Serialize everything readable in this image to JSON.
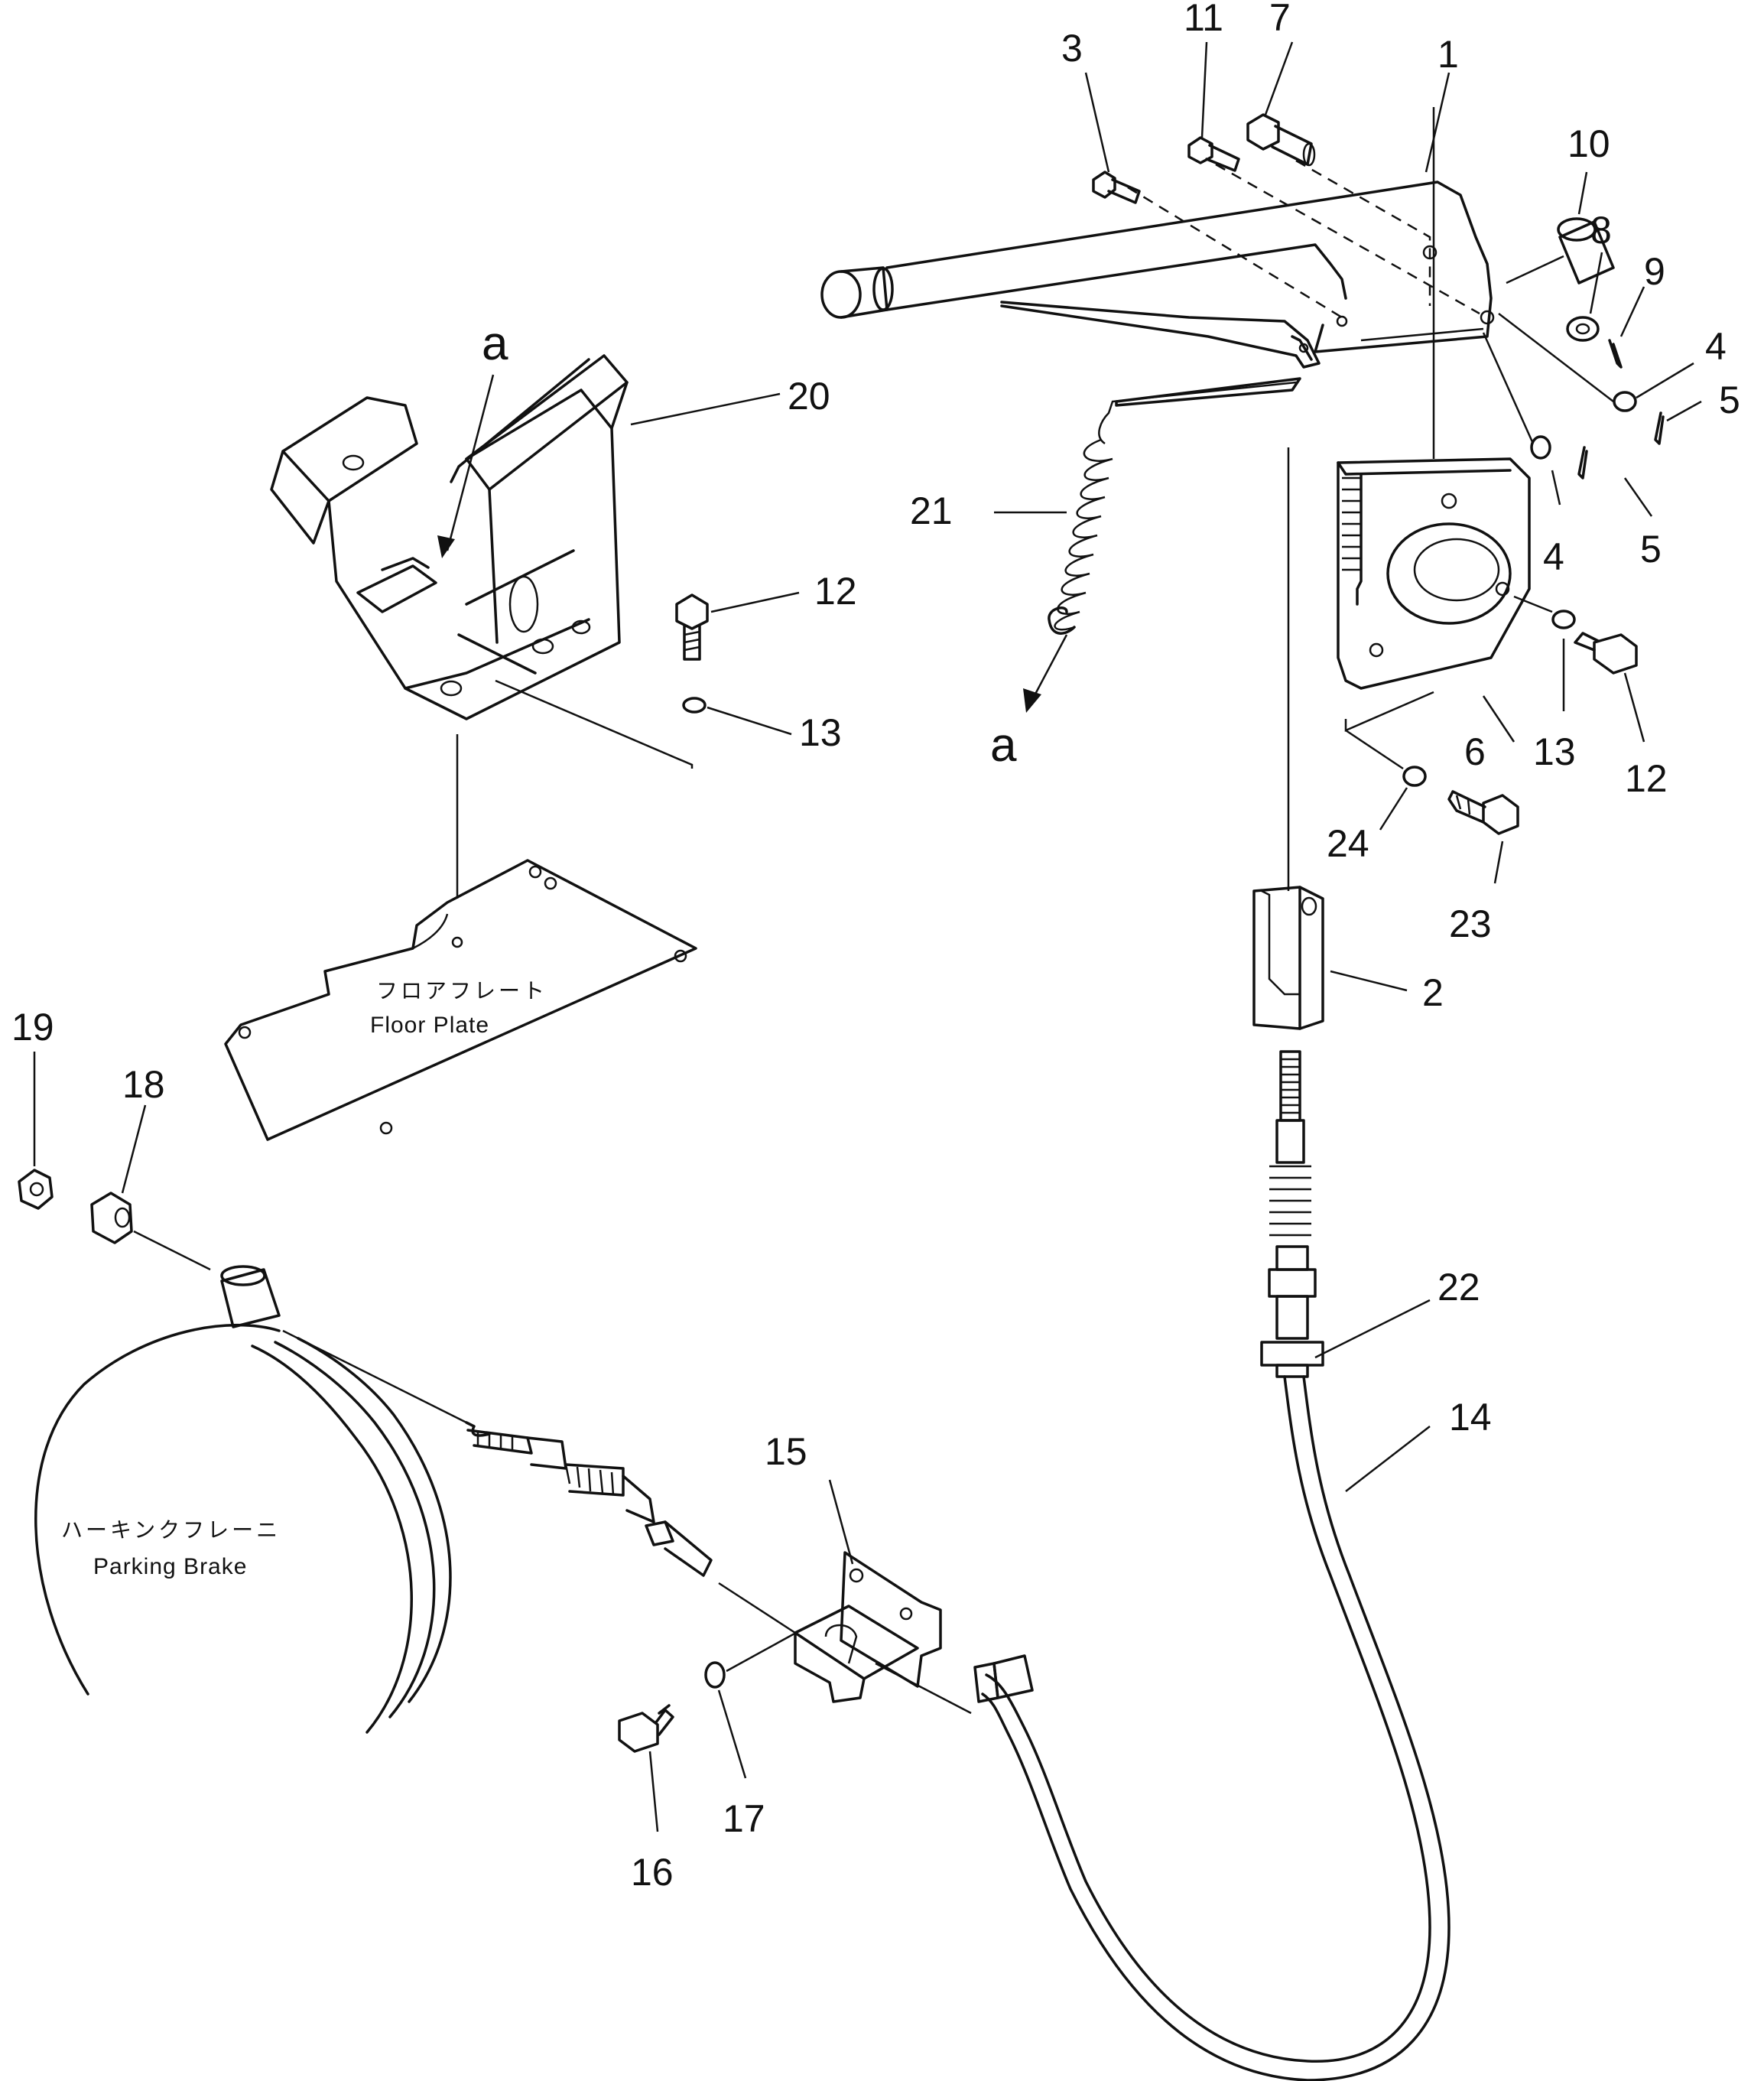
{
  "callouts": {
    "c1": "1",
    "c2": "2",
    "c3": "3",
    "c4a": "4",
    "c4b": "4",
    "c5a": "5",
    "c5b": "5",
    "c6": "6",
    "c7": "7",
    "c8": "8",
    "c9": "9",
    "c10": "10",
    "c11": "11",
    "c12a": "12",
    "c12b": "12",
    "c13a": "13",
    "c13b": "13",
    "c14": "14",
    "c15": "15",
    "c16": "16",
    "c17": "17",
    "c18": "18",
    "c19": "19",
    "c20": "20",
    "c21": "21",
    "c22": "22",
    "c23": "23",
    "c24": "24"
  },
  "markers": {
    "a_top": "a",
    "a_bottom": "a"
  },
  "labels": {
    "floor_plate_jp": "フロアフレート",
    "floor_plate_en": "Floor Plate",
    "parking_brake_jp": "ハーキンクフレーニ",
    "parking_brake_en": "Parking Brake"
  }
}
